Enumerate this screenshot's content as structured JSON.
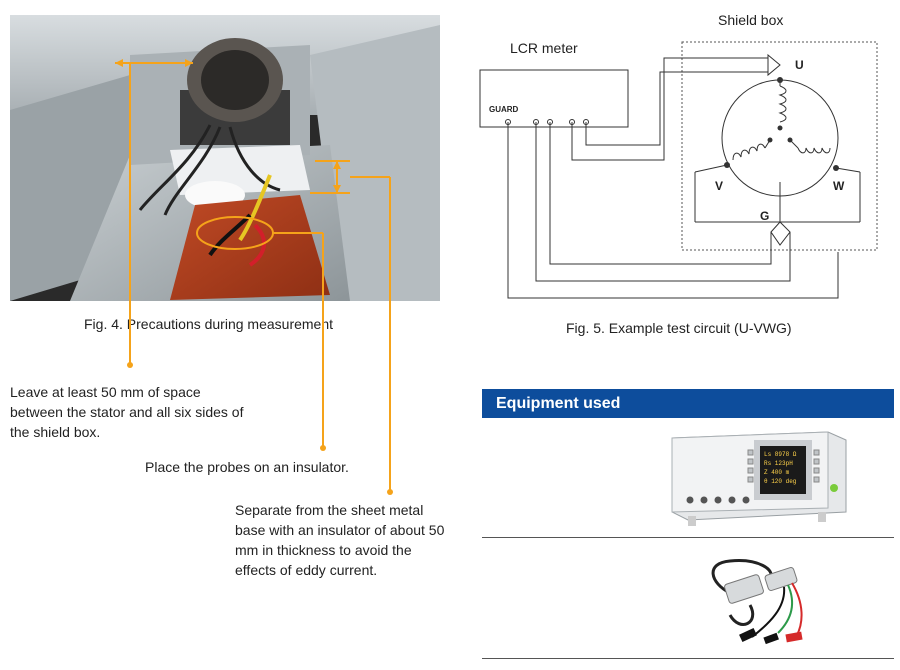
{
  "fig4": {
    "caption": "Fig. 4. Precautions during measurement",
    "note_space": "Leave at least 50 mm of space between the stator and all six sides of the shield box.",
    "note_probes": "Place the probes on an insulator.",
    "note_insulator": "Separate from the sheet metal base with an insulator of about 50 mm in thickness to avoid the effects of eddy current."
  },
  "fig5": {
    "caption": "Fig. 5. Example test circuit (U-VWG)",
    "lcr_label": "LCR meter",
    "guard_label": "GUARD",
    "shield_label": "Shield box",
    "terminals": [
      "U",
      "V",
      "W",
      "G"
    ]
  },
  "equipment": {
    "header": "Equipment used",
    "lcr_screen_lines": [
      "Ls 8978 Ω",
      "Rs 123pH",
      "Z 400 m",
      "θ 120 deg"
    ]
  },
  "colors": {
    "accent_orange": "#f5a31a",
    "header_blue": "#0d4d9c",
    "wood": "#b3401e"
  }
}
